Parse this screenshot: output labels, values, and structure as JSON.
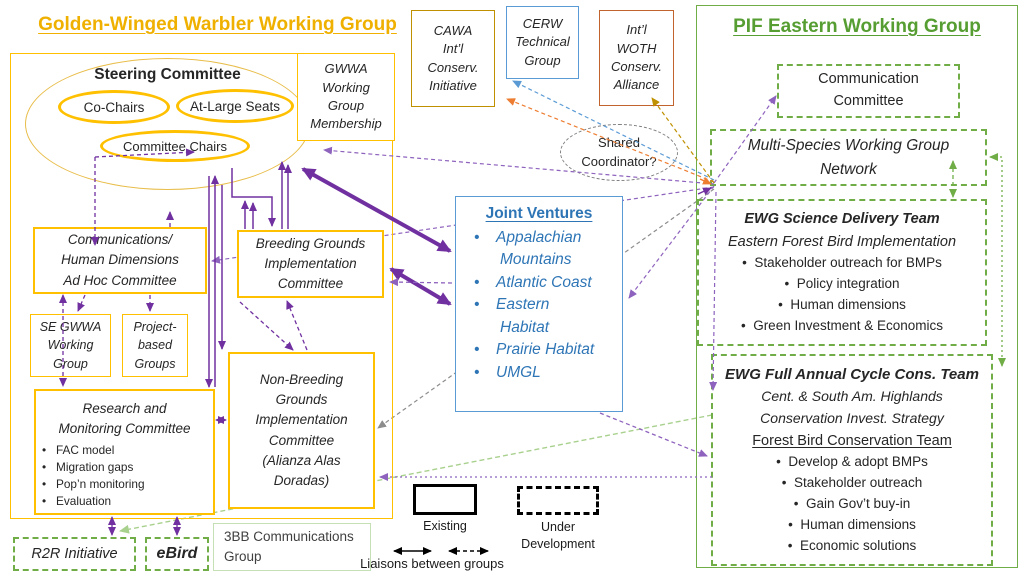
{
  "left_group": {
    "title": "Golden-Winged Warbler Working Group",
    "steering": {
      "title": "Steering Committee",
      "co_chairs": "Co-Chairs",
      "at_large": "At-Large Seats",
      "chairs": "Committee Chairs"
    },
    "membership": [
      "GWWA",
      "Working",
      "Group",
      "Membership"
    ],
    "comms": [
      "Communications/",
      "Human Dimensions",
      "Ad Hoc Committee"
    ],
    "se_gwwa": [
      "SE GWWA",
      "Working",
      "Group"
    ],
    "project": [
      "Project-",
      "based",
      "Groups"
    ],
    "breeding": [
      "Breeding Grounds",
      "Implementation",
      "Committee"
    ],
    "non_breeding": [
      "Non-Breeding",
      "Grounds",
      "Implementation",
      "Committee",
      "(Alianza Alas",
      "Doradas)"
    ],
    "research": {
      "title": [
        "Research and",
        "Monitoring Committee"
      ],
      "bullets": [
        "FAC model",
        "Migration gaps",
        "Pop’n monitoring",
        "Evaluation"
      ]
    }
  },
  "top_boxes": {
    "cawa": [
      "CAWA",
      "Int’l",
      "Conserv.",
      "Initiative"
    ],
    "cerw": [
      "CERW",
      "Technical",
      "Group"
    ],
    "woth": [
      "Int’l",
      "WOTH",
      "Conserv.",
      "Alliance"
    ]
  },
  "shared_coordinator": [
    "Shared",
    "Coordinator?"
  ],
  "jv": {
    "title": "Joint Ventures",
    "items": [
      [
        "Appalachian",
        "Mountains"
      ],
      [
        "Atlantic Coast"
      ],
      [
        "Eastern",
        "Habitat"
      ],
      [
        "Prairie Habitat"
      ],
      [
        "UMGL"
      ]
    ]
  },
  "right_group": {
    "title": "PIF Eastern Working Group",
    "communication_committee": [
      "Communication",
      "Committee"
    ],
    "multi_species": [
      "Multi-Species Working Group",
      "Network"
    ],
    "science_team": {
      "title": "EWG Science Delivery Team",
      "subtitle": "Eastern Forest Bird Implementation",
      "bullets": [
        "Stakeholder outreach for BMPs",
        "Policy integration",
        "Human dimensions",
        "Green Investment & Economics"
      ]
    },
    "annual_team": {
      "title": "EWG Full Annual Cycle Cons. Team",
      "subtitle": [
        "Cent. & South Am. Highlands",
        "Conservation Invest. Strategy"
      ],
      "underlined": "Forest Bird Conservation Team",
      "bullets": [
        "Develop & adopt BMPs",
        "Stakeholder outreach",
        "Gain Gov’t buy-in",
        "Human dimensions",
        "Economic solutions"
      ]
    }
  },
  "bottom": {
    "r2r": "R2R Initiative",
    "ebird": "eBird",
    "threebb": [
      "3BB Communications",
      "Group"
    ]
  },
  "legend": {
    "existing": "Existing",
    "under_dev": [
      "Under",
      "Development"
    ],
    "liaisons": "Liaisons between groups"
  },
  "colors": {
    "gold": "#FFC000",
    "dark_gold": "#BF9000",
    "green": "#70AD47",
    "blue": "#5B9BD5",
    "blue_text": "#2E75B6",
    "purple": "#7030A0",
    "brown": "#C0632C",
    "pale_green": "#A9D18E"
  }
}
